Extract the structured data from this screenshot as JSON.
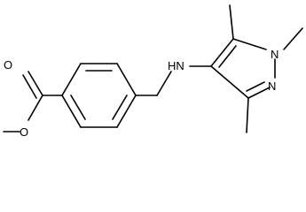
{
  "diagram": {
    "type": "chemical-structure",
    "atom_labels": {
      "carbonyl_oxygen": "O",
      "ester_oxygen": "O",
      "amine": "HN",
      "pyrazole_n1": "N",
      "pyrazole_n2": "N"
    }
  },
  "colors": {
    "background": "#ffffff",
    "stroke": "#000000"
  }
}
